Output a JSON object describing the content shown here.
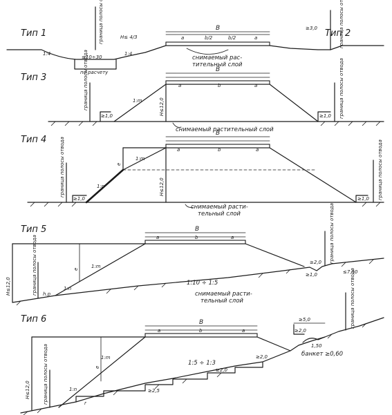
{
  "types": {
    "t1": "Тип 1",
    "t2": "Тип 2",
    "t3": "Тип 3",
    "t4": "Тип 4",
    "t5": "Тип 5",
    "t6": "Тип 6"
  },
  "labels": {
    "B": "В",
    "a": "а",
    "b": "b",
    "b2": "b/2",
    "slope_m": "1:m",
    "slope_n": "1:n",
    "slope_4": "1:4",
    "ditch_1": "≤10÷30",
    "ditch_1_bottom": "по расчету",
    "H4": "Н≤ 4/3",
    "berm_10": "≥1,0",
    "berm_3": "≥3,0",
    "H_under_12": "Н≤12,0",
    "H_under_12_t5": "Н≤12,0",
    "H_under_12_t6": "Н≤12,0",
    "e": "е",
    "ge20": "≥2,0",
    "ge_750": "≤7,50",
    "ge_50": "≥5,0",
    "ge_30": "≥3,0",
    "ge_250": "≥2,50",
    "ge_10b": "≥1,0",
    "ge_20b": "≥2,0",
    "ge_25": "≥2,5",
    "v50": "≥5,0",
    "ge_150": "1,50",
    "ground_slope_5": "1:10 ÷ 1:5",
    "ground_slope_6": "1:5 ÷ 1:3",
    "hp": "h.р",
    "r": "r",
    "veg_1": "снимаемый рас-",
    "veg_1b": "тительный слой",
    "veg_3": "снимаемый растительный слой",
    "veg_4a": "снимаемый расти-",
    "veg_4b": "тельный слой",
    "veg_5a": "снимаемый расти-",
    "veg_5b": "тельный слой",
    "banket": "банкет ≥0,60",
    "border_left": "граница полосы отвода",
    "border_right": "граница полосы отвода",
    "border_t3l": "граница полосы отвода",
    "border_t3r": "граница полосы отвода",
    "border_t4l": "граница полосы отвода",
    "border_t4r": "граница полосы отвода",
    "border_t5l": "граница полосы отвода",
    "border_t5r": "граница полосы отвода",
    "border_t6l": "граница полосы отвода",
    "border_t6r": "граница полосы отвода"
  }
}
